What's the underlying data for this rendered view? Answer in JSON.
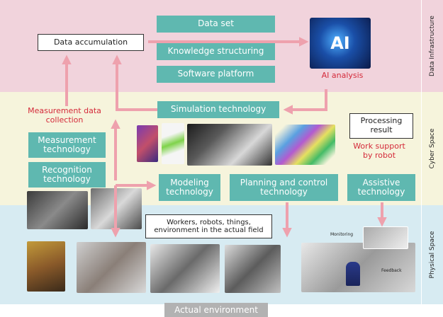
{
  "layers": {
    "data_infrastructure": "Data Infrastructure",
    "cyber_space": "Cyber Space",
    "physical_space": "Physical Space"
  },
  "boxes": {
    "data_accumulation": "Data accumulation",
    "data_set": "Data set",
    "knowledge_structuring": "Knowledge structuring",
    "software_platform": "Software platform",
    "simulation_technology": "Simulation technology",
    "measurement_technology": "Measurement technology",
    "recognition_technology": "Recognition technology",
    "modeling_technology": "Modeling technology",
    "planning_control_technology": "Planning and control technology",
    "assistive_technology": "Assistive technology",
    "processing_result": "Processing result",
    "actual_field": "Workers, robots, things, environment in the actual field"
  },
  "labels": {
    "ai_analysis": "AI analysis",
    "ai_logo": "AI",
    "measurement_data_collection": "Measurement data collection",
    "work_support_by_robot": "Work support by robot",
    "monitoring": "Monitoring",
    "feedback": "Feedback"
  },
  "footer": "Actual environment",
  "colors": {
    "teal": "#5fb8b0",
    "arrow_pink": "#eea1ad",
    "red_text": "#d42a3a",
    "data_band": "#f1d3dc",
    "cyber_band": "#f6f4dc",
    "physical_band": "#d7ebf2"
  }
}
